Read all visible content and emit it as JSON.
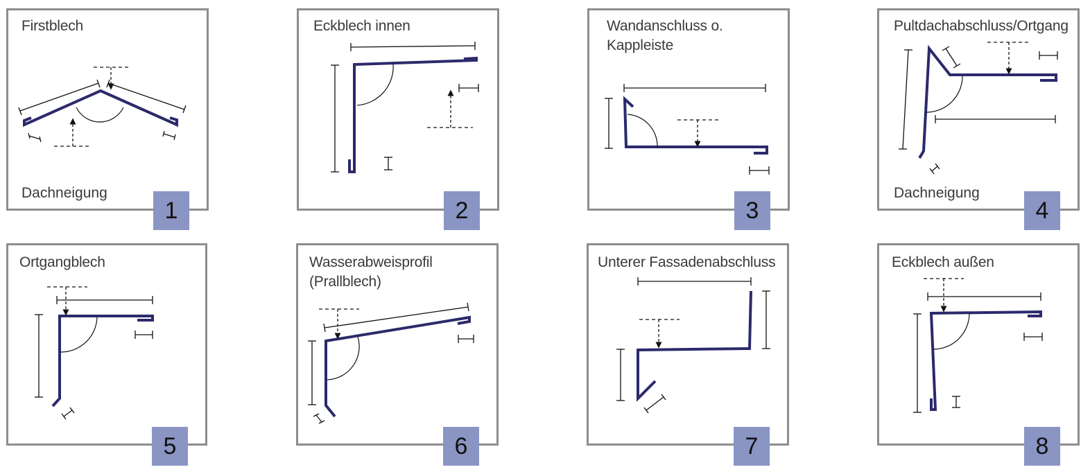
{
  "colors": {
    "profile": "#2b2a6b",
    "frame": "#8d8d8d",
    "number_box": "#8a95c4",
    "text": "#3a3a3a"
  },
  "panels": [
    {
      "number": "1",
      "title": "Firstblech",
      "bottom_label": "Dachneigung"
    },
    {
      "number": "2",
      "title": "Eckblech innen",
      "bottom_label": ""
    },
    {
      "number": "3",
      "title": "Wandanschluss o.\nKappleiste",
      "bottom_label": ""
    },
    {
      "number": "4",
      "title": "Pultdachabschluss/Ortgang",
      "bottom_label": "Dachneigung"
    },
    {
      "number": "5",
      "title": "Ortgangblech",
      "bottom_label": ""
    },
    {
      "number": "6",
      "title": "Wasserabweisprofil\n(Prallblech)",
      "bottom_label": ""
    },
    {
      "number": "7",
      "title": "Unterer Fassadenabschluss",
      "bottom_label": ""
    },
    {
      "number": "8",
      "title": "Eckblech außen",
      "bottom_label": ""
    }
  ]
}
